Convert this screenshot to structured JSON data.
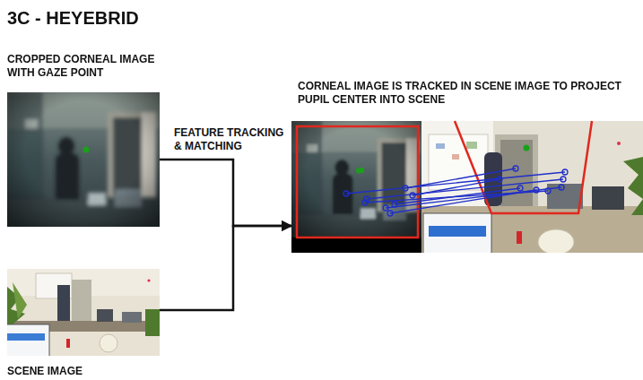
{
  "diagram": {
    "title": "3C - HEYEBRID",
    "nodes": [
      {
        "text": [
          "CROPPED CORNEAL IMAGE WITH GAZE POINT"
        ]
      },
      {
        "text": [
          "SCENE IMAGE"
        ]
      },
      {
        "text": [
          "CORNEAL IMAGE IS TRACKED IN SCENE IMAGE TO PROJECT PUPIL CENTER INTO SCENE"
        ]
      }
    ],
    "edges": [
      {
        "from": 0,
        "to": 2,
        "arrow": "to",
        "label": "FEATURE TRACKING & MATCHING"
      },
      {
        "from": 1,
        "to": 2,
        "arrow": "to"
      }
    ]
  }
}
